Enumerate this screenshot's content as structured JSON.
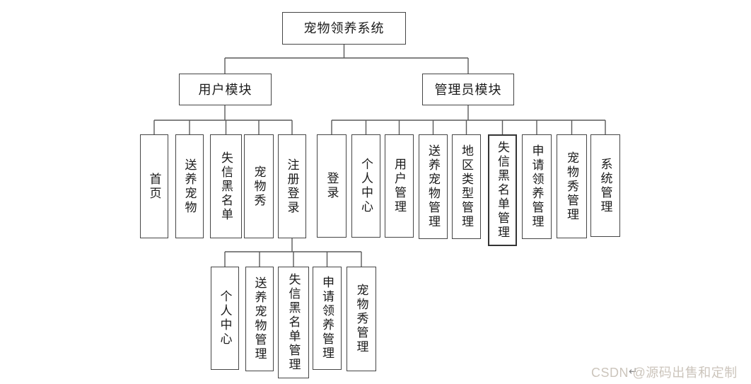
{
  "diagram": {
    "root": {
      "label": "宠物领养系统"
    },
    "user_module": {
      "label": "用户模块"
    },
    "admin_module": {
      "label": "管理员模块"
    },
    "user_children": [
      {
        "label": "首页"
      },
      {
        "label": "送养宠物"
      },
      {
        "label": "失信黑名单"
      },
      {
        "label": "宠物秀"
      },
      {
        "label": "注册登录"
      }
    ],
    "admin_children": [
      {
        "label": "登录"
      },
      {
        "label": "个人中心"
      },
      {
        "label": "用户管理"
      },
      {
        "label": "送养宠物管理"
      },
      {
        "label": "地区类型管理"
      },
      {
        "label": "失信黑名单管理"
      },
      {
        "label": "申请领养管理"
      },
      {
        "label": "宠物秀管理"
      },
      {
        "label": "系统管理"
      }
    ],
    "register_children": [
      {
        "label": "个人中心"
      },
      {
        "label": "送养宠物管理"
      },
      {
        "label": "失信黑名单管理"
      },
      {
        "label": "申请领养管理"
      },
      {
        "label": "宠物秀管理"
      }
    ],
    "line_color": "#5a5a5a"
  },
  "watermark": {
    "text": "CSDN @源码出售和定制",
    "return_symbol": "↵",
    "color": "#ccc5bc"
  }
}
